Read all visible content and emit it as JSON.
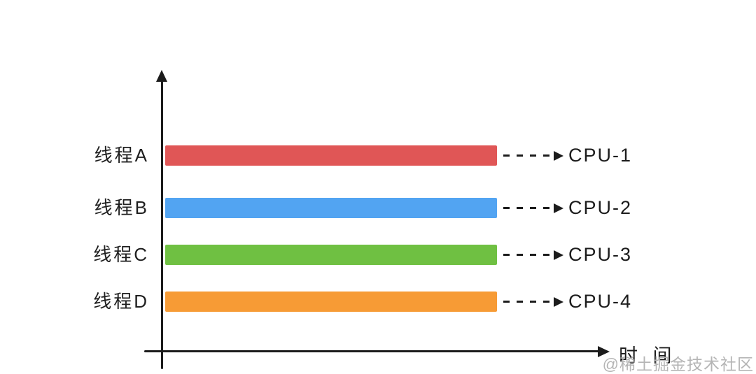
{
  "diagram": {
    "background": "#ffffff",
    "axis_color": "#1c1c1c",
    "x_axis_label": "时 间",
    "rows": [
      {
        "thread": "线程A",
        "cpu": "CPU-1",
        "color": "#e05656"
      },
      {
        "thread": "线程B",
        "cpu": "CPU-2",
        "color": "#52a4f2"
      },
      {
        "thread": "线程C",
        "cpu": "CPU-3",
        "color": "#6fc042"
      },
      {
        "thread": "线程D",
        "cpu": "CPU-4",
        "color": "#f79b35"
      }
    ]
  },
  "watermark": "@稀土掘金技术社区"
}
